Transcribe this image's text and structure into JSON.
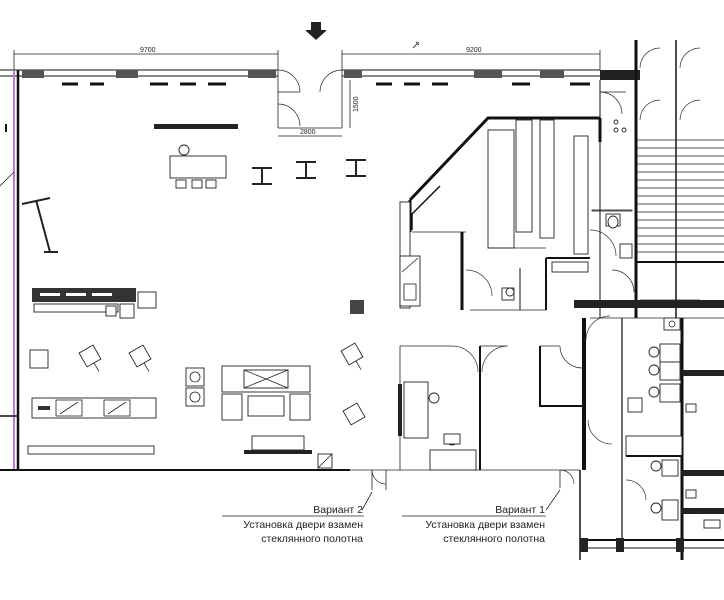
{
  "plan": {
    "dimensions": {
      "left_width": "9700",
      "right_width": "9200",
      "door_width": "2800",
      "door_depth": "1500"
    },
    "notes": [
      {
        "title": "Вариант 2",
        "line1": "Установка двери взамен",
        "line2": "стеклянного полотна"
      },
      {
        "title": "Вариант 1",
        "line1": "Установка двери взамен",
        "line2": "стеклянного полотна"
      }
    ],
    "entrance_marker": "arrow-down",
    "colors": {
      "lines": "#111111",
      "accent_edge": "#c07ad0",
      "background": "#ffffff"
    }
  }
}
